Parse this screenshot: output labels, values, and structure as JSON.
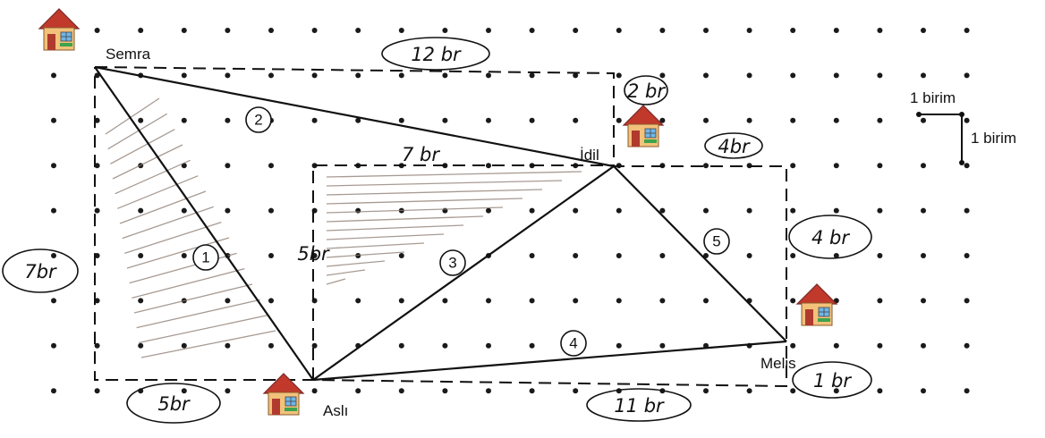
{
  "houses": [
    {
      "id": "semra",
      "name": "Semra"
    },
    {
      "id": "idil",
      "name": "İdil"
    },
    {
      "id": "asli",
      "name": "Aslı"
    },
    {
      "id": "melis",
      "name": "Melis"
    }
  ],
  "paths": [
    {
      "id": "p1",
      "label": "1"
    },
    {
      "id": "p2",
      "label": "2"
    },
    {
      "id": "p3",
      "label": "3"
    },
    {
      "id": "p4",
      "label": "4"
    },
    {
      "id": "p5",
      "label": "5"
    }
  ],
  "annotations": {
    "top": "12 br",
    "idil_up": "2 br",
    "idil_right": "4br",
    "right_side": "4 br",
    "melis_down": "1 br",
    "bottom": "11 br",
    "asli_left": "5br",
    "left_side": "7br",
    "inner_top": "7 br",
    "inner_left": "5br"
  },
  "scale": {
    "horizontal": "1 birim",
    "vertical": "1 birim"
  },
  "colors": {
    "dot": "#1a1a1a",
    "line": "#111111",
    "shade": "#8a7a70",
    "roof": "#c0392b",
    "wall": "#f2c27b",
    "door": "#b03a2e",
    "window": "#6fb6e8"
  }
}
